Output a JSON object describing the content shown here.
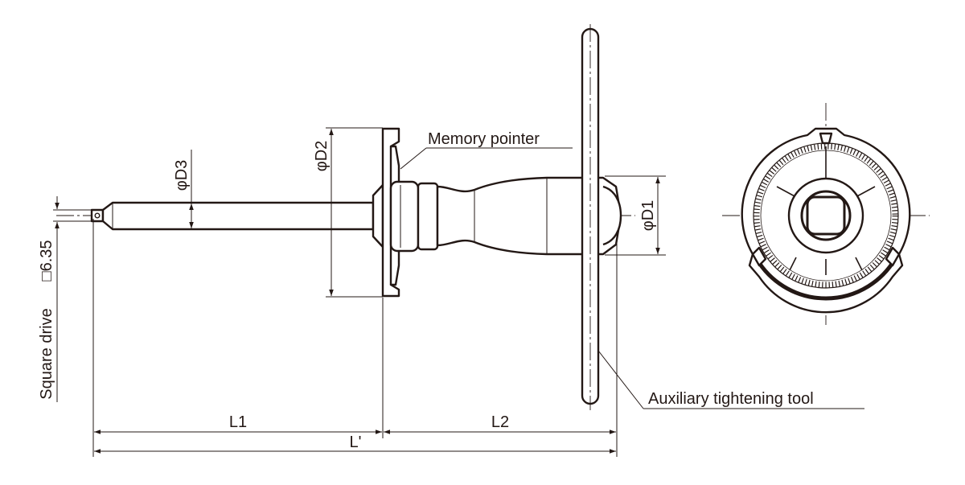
{
  "labels": {
    "memory_pointer": "Memory pointer",
    "auxiliary_tool": "Auxiliary tightening tool",
    "square_drive": "Square drive",
    "square_size": "□6.35",
    "d1": "φD1",
    "d2": "φD2",
    "d3": "φD3",
    "l1": "L1",
    "l2": "L2",
    "l_total": "L'"
  },
  "colors": {
    "line": "#231815",
    "background": "#ffffff"
  }
}
